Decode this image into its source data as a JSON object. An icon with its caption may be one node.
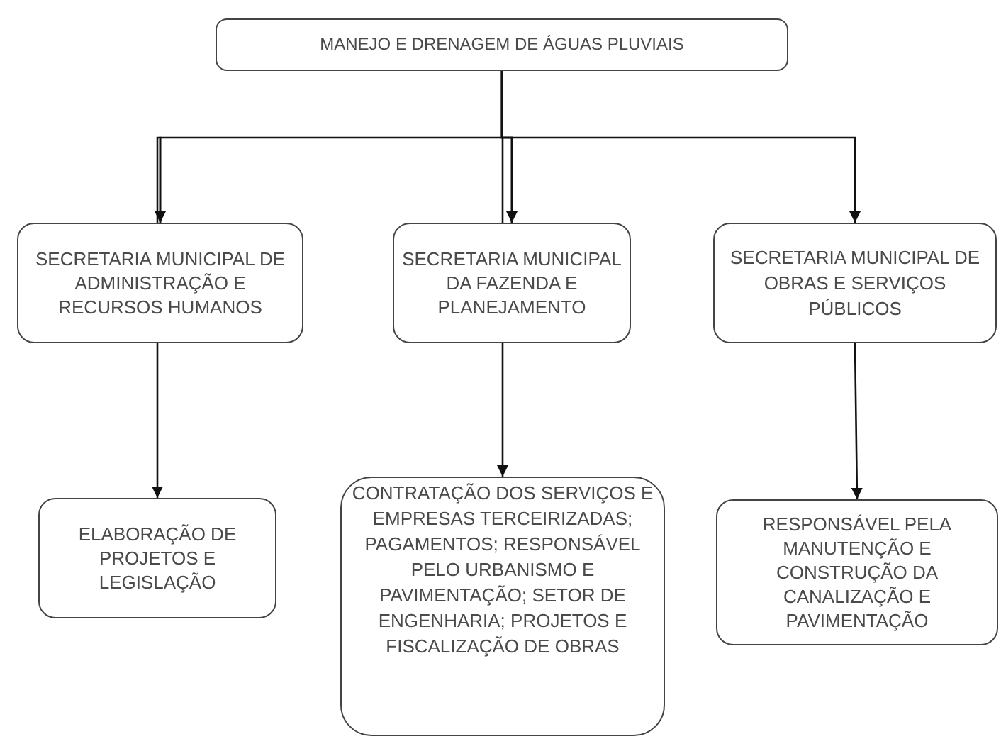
{
  "diagram": {
    "nodes": [
      {
        "text": [
          "MANEJO E DRENAGEM DE ÁGUAS PLUVIAIS"
        ]
      },
      {
        "text": [
          "SECRETARIA MUNICIPAL DE ADMINISTRAÇÃO E RECURSOS HUMANOS"
        ]
      },
      {
        "text": [
          "SECRETARIA MUNICIPAL DA FAZENDA E PLANEJAMENTO"
        ]
      },
      {
        "text": [
          "SECRETARIA MUNICIPAL DE OBRAS E SERVIÇOS PÚBLICOS"
        ]
      },
      {
        "text": [
          "ELABORAÇÃO DE PROJETOS E LEGISLAÇÃO"
        ]
      },
      {
        "text": [
          "CONTRATAÇÃO DOS SERVIÇOS E EMPRESAS TERCEIRIZADAS; PAGAMENTOS; RESPONSÁVEL PELO URBANISMO E PAVIMENTAÇÃO; SETOR DE ENGENHARIA; PROJETOS E FISCALIZAÇÃO DE OBRAS"
        ]
      },
      {
        "text": [
          "RESPONSÁVEL PELA MANUTENÇÃO E CONSTRUÇÃO DA CANALIZAÇÃO E PAVIMENTAÇÃO"
        ]
      }
    ],
    "edges": [
      {
        "from": 0,
        "to": 1,
        "arrow": "to"
      },
      {
        "from": 0,
        "to": 2,
        "arrow": "to"
      },
      {
        "from": 0,
        "to": 3,
        "arrow": "to"
      },
      {
        "from": 1,
        "to": 4,
        "arrow": "to"
      },
      {
        "from": 2,
        "to": 5,
        "arrow": "to"
      },
      {
        "from": 3,
        "to": 6,
        "arrow": "to"
      }
    ]
  }
}
